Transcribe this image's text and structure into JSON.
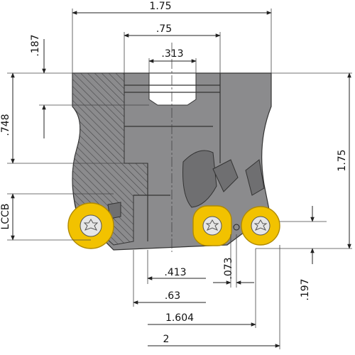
{
  "dimensions": {
    "overall_width": "1.75",
    "bore_width": ".75",
    "keyway_width": ".313",
    "keyway_depth": ".187",
    "bore_depth": ".748",
    "height": "1.75",
    "lccb": "LCCB",
    "d_413": ".413",
    "d_073": ".073",
    "d_63": ".63",
    "d_197": ".197",
    "d_1604": "1.604",
    "d_2": "2"
  },
  "colors": {
    "body": "#8b8b8d",
    "body_dark": "#6f6f71",
    "hatch": "#4a4a4c",
    "insert": "#f2c200",
    "insert_edge": "#b08a00",
    "screw": "#e6e6e6"
  }
}
